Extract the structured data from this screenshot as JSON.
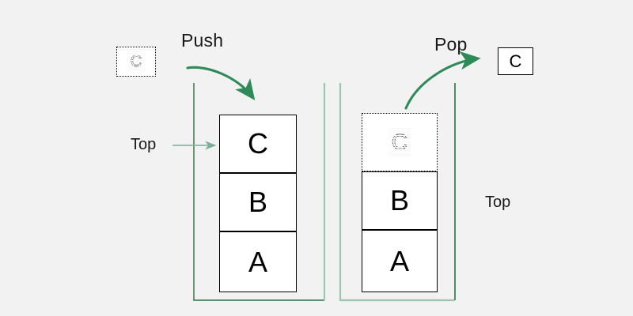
{
  "diagram": {
    "title": "Stack push and pop operations",
    "background_color": "#f2f2f2",
    "accent_green": "#2e8b57",
    "wall_green_light": "#9dc5b0",
    "box_border": "#000000"
  },
  "operations": {
    "push_label": "Push",
    "pop_label": "Pop"
  },
  "input_chip": {
    "value": "C",
    "style": "dotted-ghost"
  },
  "output_chip": {
    "value": "C",
    "style": "solid"
  },
  "left_stack": {
    "top_label": "Top",
    "cells": [
      {
        "value": "C",
        "style": "solid"
      },
      {
        "value": "B",
        "style": "solid"
      },
      {
        "value": "A",
        "style": "solid"
      }
    ]
  },
  "right_stack": {
    "top_label": "Top",
    "cells": [
      {
        "value": "C",
        "style": "dotted-ghost"
      },
      {
        "value": "B",
        "style": "solid"
      },
      {
        "value": "A",
        "style": "solid"
      }
    ]
  }
}
